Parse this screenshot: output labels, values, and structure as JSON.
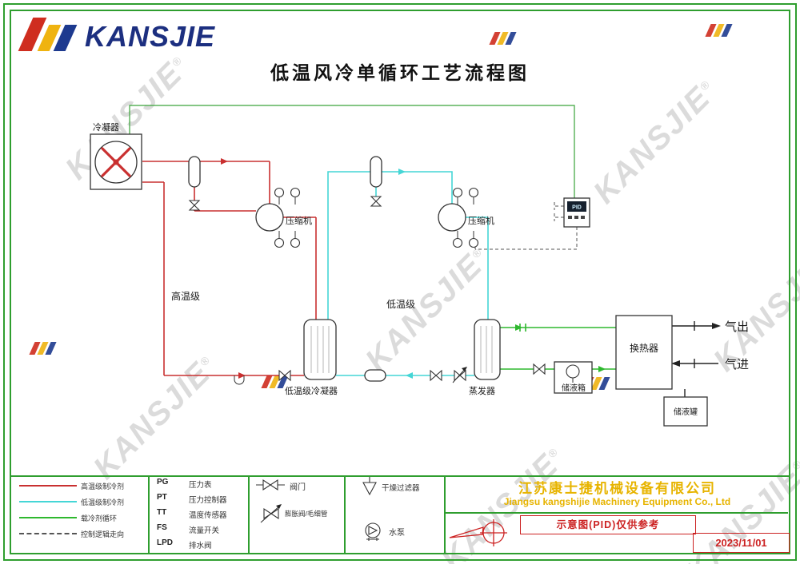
{
  "page": {
    "title": "低温风冷单循环工艺流程图"
  },
  "logo": {
    "text": "KANSJIE"
  },
  "watermark": {
    "text": "KANSJIE",
    "reg": "®"
  },
  "diagram": {
    "condenser": "冷凝器",
    "compressor": "压缩机",
    "high_stage": "高温级",
    "low_stage": "低温级",
    "low_stage_condenser": "低温级冷凝器",
    "evaporator": "蒸发器",
    "liquid_box": "储液箱",
    "heat_exchanger": "换热器",
    "liquid_tank": "储液罐",
    "gas_out": "气出",
    "gas_in": "气进",
    "pid": "PID"
  },
  "legend": {
    "lines": [
      {
        "label": "高温级制冷剂",
        "color": "#c93030",
        "style": "solid"
      },
      {
        "label": "低温级制冷剂",
        "color": "#45d6d6",
        "style": "solid"
      },
      {
        "label": "载冷剂循环",
        "color": "#2eb82e",
        "style": "solid"
      },
      {
        "label": "控制逻辑走向",
        "color": "#555555",
        "style": "dashed"
      }
    ],
    "abbreviations": [
      {
        "code": "PG",
        "name": "压力表"
      },
      {
        "code": "PT",
        "name": "压力控制器"
      },
      {
        "code": "TT",
        "name": "温度传感器"
      },
      {
        "code": "FS",
        "name": "流量开关"
      },
      {
        "code": "LPD",
        "name": "排水阀"
      }
    ],
    "symbols": [
      {
        "name": "阀门"
      },
      {
        "name": "膨胀阀/毛细管"
      },
      {
        "name": "干燥过滤器"
      },
      {
        "name": "水泵"
      }
    ]
  },
  "footer": {
    "company_cn": "江苏康士捷机械设备有限公司",
    "company_en": "Jiangsu kangshijie Machinery Equipment Co., Ltd",
    "note": "示意图(PID)仅供参考",
    "date": "2023/11/01"
  },
  "colors": {
    "border_green": "#2f9e2f",
    "pipe_red": "#c93030",
    "pipe_cyan": "#45d6d6",
    "pipe_green": "#2eb82e",
    "control_dash": "#555555",
    "brand_navy": "#1c2f80",
    "brand_yellow": "#efb310",
    "brand_red": "#cf2d1f",
    "accent_red": "#cc2222"
  }
}
